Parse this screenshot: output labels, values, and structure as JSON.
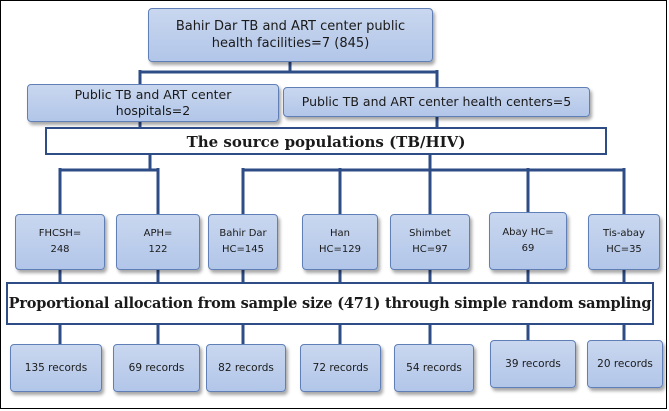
{
  "root": {
    "line1": "Bahir Dar TB and ART center public",
    "line2": "health facilities=7 (845)"
  },
  "hospitals": {
    "line1": "Public TB and ART center",
    "line2": "hospitals=2"
  },
  "health_centers": {
    "label": "Public TB and ART center health centers=5"
  },
  "source_population": {
    "label": "The source populations (TB/HIV)"
  },
  "allocation": {
    "label": "Proportional allocation from sample size (471) through simple random sampling"
  },
  "facilities": [
    {
      "line1": "FHCSH=",
      "line2": "248"
    },
    {
      "line1": "APH=",
      "line2": "122"
    },
    {
      "line1": "Bahir Dar",
      "line2": "HC=145"
    },
    {
      "line1": "Han",
      "line2": "HC=129"
    },
    {
      "line1": "Shimbet",
      "line2": "HC=97"
    },
    {
      "line1": "Abay HC=",
      "line2": "69"
    },
    {
      "line1": "Tis-abay",
      "line2": "HC=35"
    }
  ],
  "records": [
    {
      "label": "135 records"
    },
    {
      "label": "69 records"
    },
    {
      "label": "82 records"
    },
    {
      "label": "72 records"
    },
    {
      "label": "54 records"
    },
    {
      "label": "39 records"
    },
    {
      "label": "20 records"
    }
  ]
}
